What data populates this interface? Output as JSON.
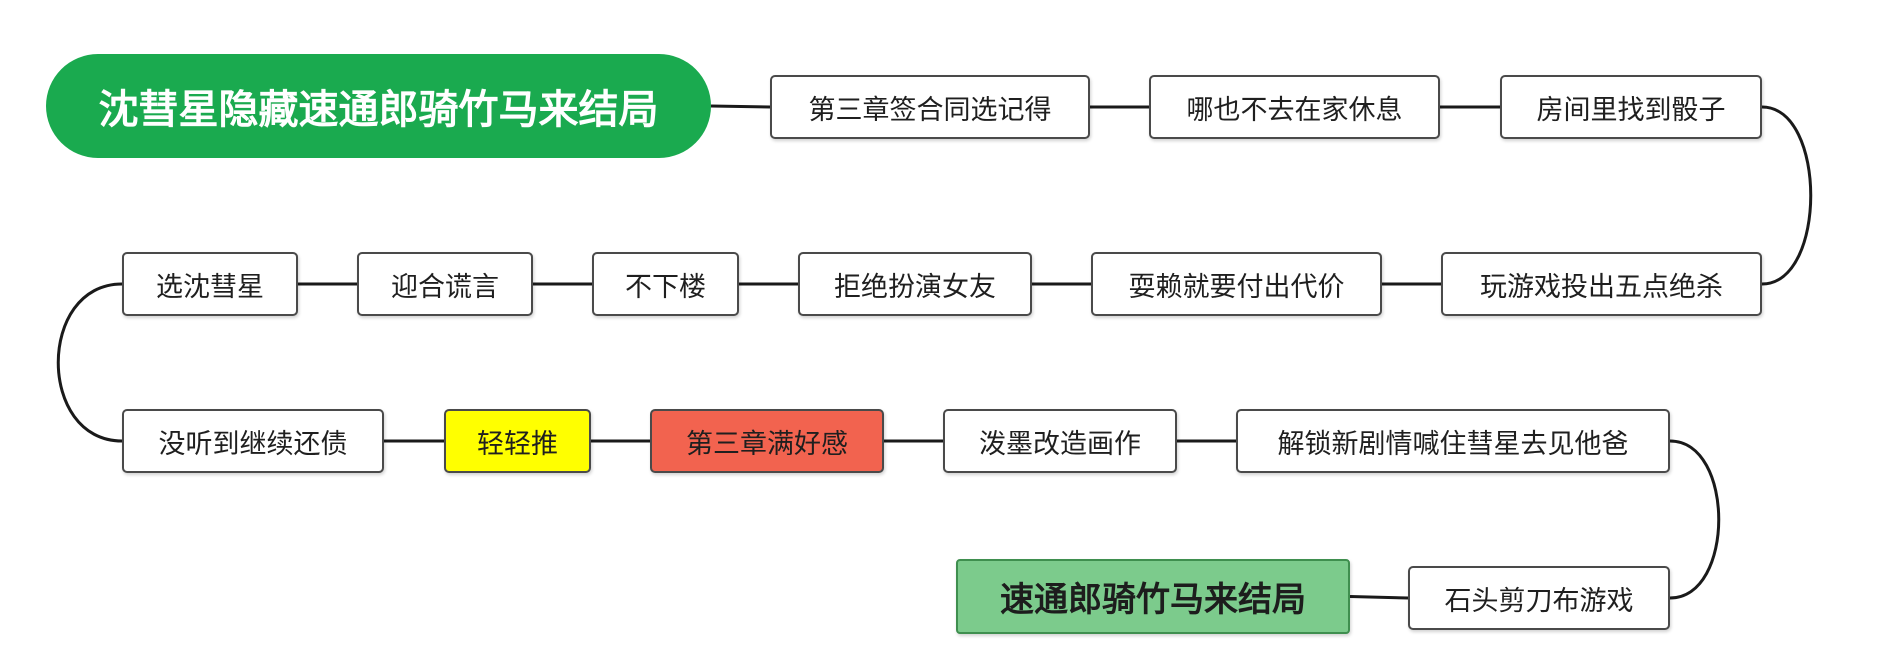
{
  "diagram": {
    "title": "沈彗星隐藏速通郎骑竹马来结局",
    "steps": [
      "第三章签合同选记得",
      "哪也不去在家休息",
      "房间里找到骰子",
      "玩游戏投出五点绝杀",
      "耍赖就要付出代价",
      "拒绝扮演女友",
      "不下楼",
      "迎合谎言",
      "选沈彗星",
      "没听到继续还债",
      "轻轻推",
      "第三章满好感",
      "泼墨改造画作",
      "解锁新剧情喊住彗星去见他爸",
      "石头剪刀布游戏"
    ],
    "ending": "速通郎骑竹马来结局"
  },
  "colors": {
    "root_fill": "#1aaa4f",
    "ending_fill": "#7ccb8c",
    "highlight_yellow": "#ffff00",
    "highlight_red": "#f2634f",
    "connector": "#1a1a1a",
    "node_border": "#4a4a4a"
  },
  "node_fills": {
    "step-10": "#ffff00",
    "step-11": "#f2634f"
  }
}
